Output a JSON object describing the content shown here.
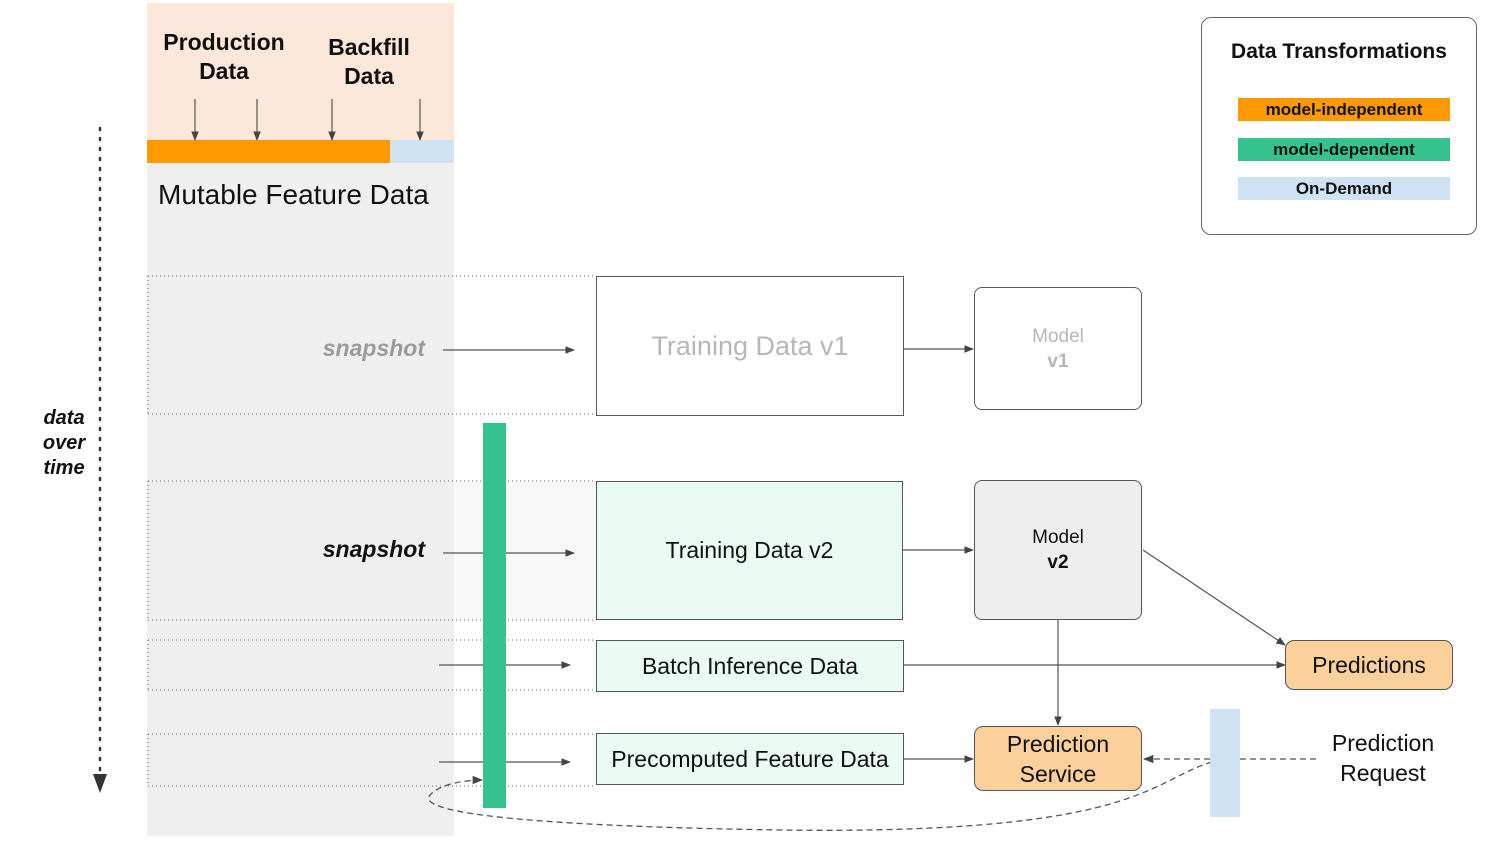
{
  "sources": {
    "production": "Production\nData",
    "backfill": "Backfill\nData"
  },
  "mutable_title": "Mutable Feature Data",
  "time_axis_label": "data\nover\ntime",
  "snapshots": [
    "snapshot",
    "snapshot"
  ],
  "boxes": {
    "training_v1": "Training Data v1",
    "training_v2": "Training Data v2",
    "batch_inference": "Batch Inference Data",
    "precomputed": "Precomputed Feature Data"
  },
  "models": {
    "v1_name": "Model",
    "v1_version": "v1",
    "v2_name": "Model",
    "v2_version": "v2"
  },
  "outputs": {
    "predictions": "Predictions",
    "prediction_service": "Prediction\nService",
    "prediction_request": "Prediction\nRequest"
  },
  "legend": {
    "title": "Data Transformations",
    "items": [
      {
        "label": "model-independent",
        "color": "#ff9900"
      },
      {
        "label": "model-dependent",
        "color": "#34c38f"
      },
      {
        "label": "On-Demand",
        "color": "#cfe2f3"
      }
    ]
  },
  "colors": {
    "model_independent": "#ff9900",
    "model_dependent": "#34c38f",
    "on_demand": "#cfe2f3",
    "service": "#fbd09a",
    "source_bg": "#fce8da",
    "mutable_bg": "#efefef"
  }
}
